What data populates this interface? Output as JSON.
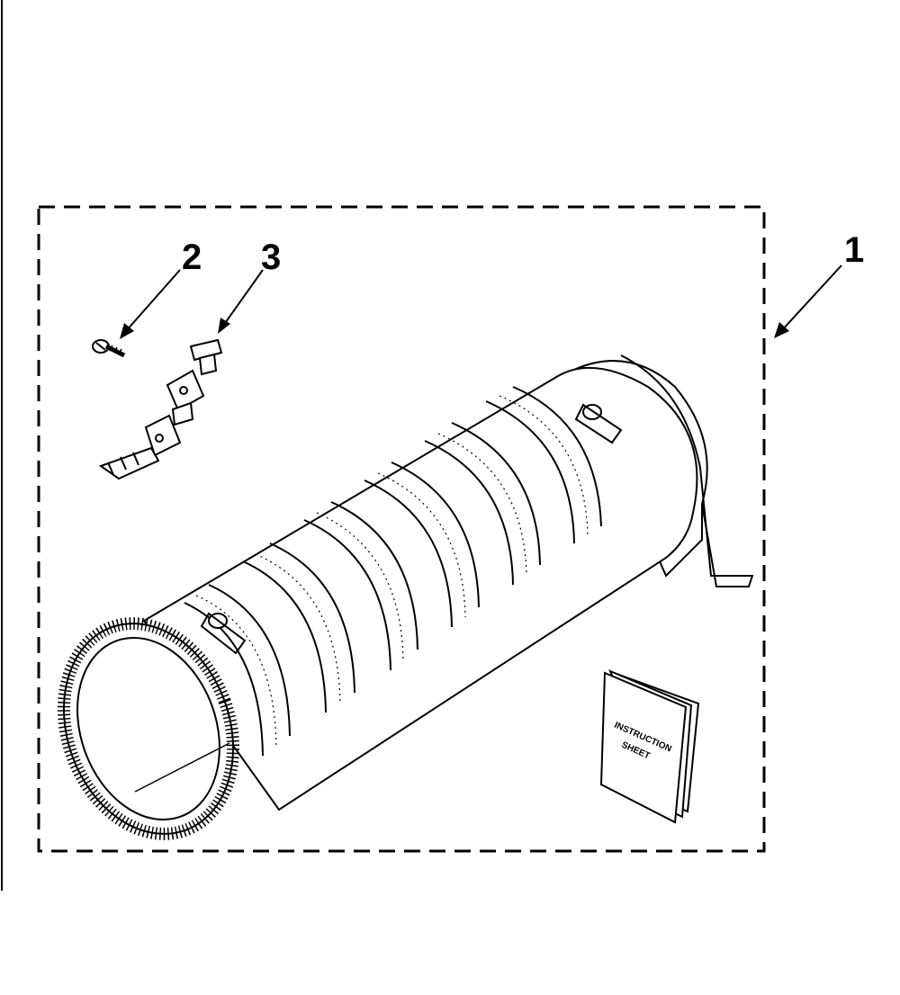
{
  "diagram": {
    "callouts": [
      {
        "id": "1",
        "label": "1"
      },
      {
        "id": "2",
        "label": "2"
      },
      {
        "id": "3",
        "label": "3"
      }
    ],
    "booklet": {
      "line1": "INSTRUCTION",
      "line2": "SHEET"
    },
    "colors": {
      "ink": "#000000",
      "paper": "#ffffff"
    }
  }
}
